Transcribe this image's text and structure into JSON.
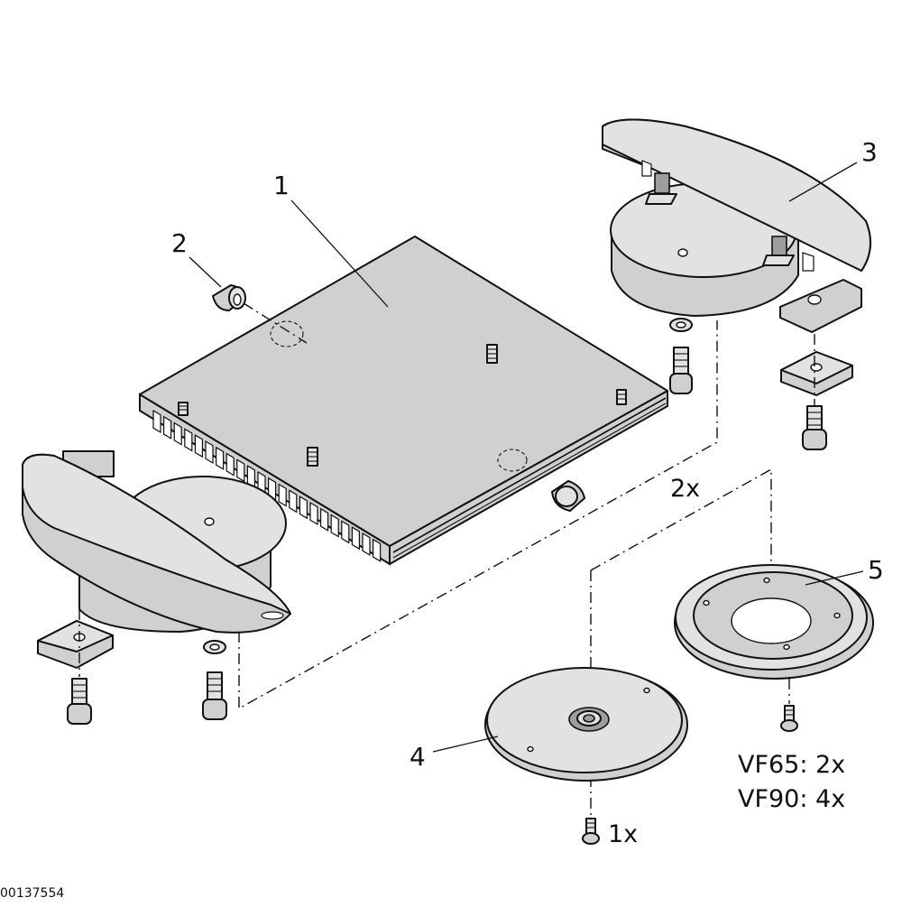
{
  "figure": {
    "part_labels": [
      "1",
      "2",
      "3",
      "4",
      "5"
    ],
    "quantity_notes": {
      "pair_qty": "2x",
      "screw_qty_single": "1x",
      "variant_vf65": "VF65: 2x",
      "variant_vf90": "VF90: 4x"
    },
    "document_number": "00137554"
  }
}
